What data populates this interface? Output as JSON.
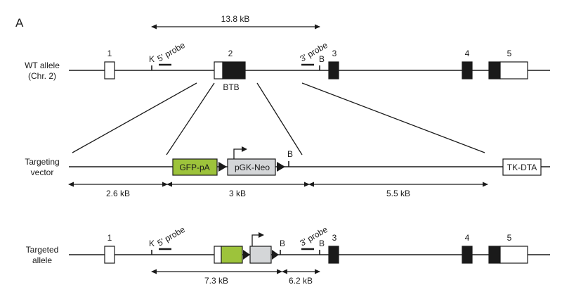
{
  "panel_label": "A",
  "rows": {
    "wt": {
      "label_line1": "WT allele",
      "label_line2": "(Chr. 2)",
      "exon_labels": [
        "1",
        "2",
        "3",
        "4",
        "5"
      ],
      "site_k": "K",
      "site_b": "B",
      "probe_5": "5' probe",
      "probe_3": "3' probe",
      "domain_label": "BTB",
      "span_label": "13.8 kB"
    },
    "vector": {
      "label_line1": "Targeting",
      "label_line2": "vector",
      "gfp_label": "GFP-pA",
      "neo_label": "pGK-Neo",
      "tk_label": "TK-DTA",
      "site_b": "B",
      "segments": [
        "2.6 kB",
        "3 kB",
        "5.5 kB"
      ]
    },
    "targeted": {
      "label_line1": "Targeted",
      "label_line2": "allele",
      "exon_labels": [
        "1",
        "3",
        "4",
        "5"
      ],
      "site_k": "K",
      "site_b1": "B",
      "site_b2": "B",
      "probe_5": "5' probe",
      "probe_3": "3' probe",
      "fragments": [
        "7.3 kB",
        "6.2 kB"
      ]
    }
  },
  "colors": {
    "gfp": "#9dc33b",
    "neo": "#d4d6d8",
    "exon_filled": "#1a1a1a"
  }
}
